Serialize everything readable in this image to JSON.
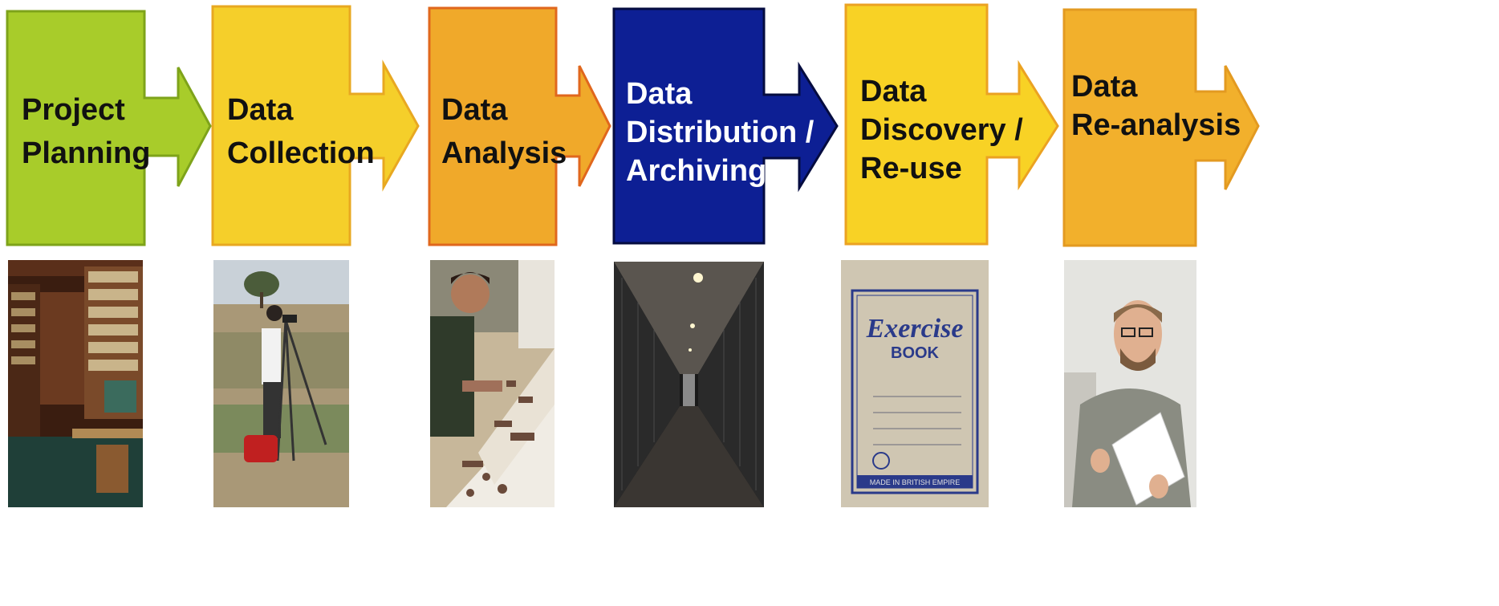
{
  "stages": [
    {
      "label_lines": [
        "Project",
        "Planning"
      ],
      "fill": "#a8cc2a",
      "stroke": "#7ea31a",
      "text_color": "#111111",
      "photo_icon": "library-photo"
    },
    {
      "label_lines": [
        "Data",
        "Collection"
      ],
      "fill": "#f5cf2a",
      "stroke": "#e8a821",
      "text_color": "#111111",
      "photo_icon": "surveyor-photo"
    },
    {
      "label_lines": [
        "Data",
        "Analysis"
      ],
      "fill": "#f0a92a",
      "stroke": "#e0671d",
      "text_color": "#111111",
      "photo_icon": "bone-analysis-photo"
    },
    {
      "label_lines": [
        "Data",
        "Distribution /",
        "Archiving"
      ],
      "fill": "#0d1f94",
      "stroke": "#050c40",
      "text_color": "#ffffff",
      "photo_icon": "archive-corridor-photo"
    },
    {
      "label_lines": [
        "Data",
        "Discovery /",
        "Re-use"
      ],
      "fill": "#f8d225",
      "stroke": "#eba222",
      "text_color": "#111111",
      "photo_icon": "exercise-book-photo"
    },
    {
      "label_lines": [
        "Data",
        "Re-analysis"
      ],
      "fill": "#f2b02c",
      "stroke": "#e39a21",
      "text_color": "#111111",
      "photo_icon": "researcher-photo"
    }
  ],
  "exercise_book": {
    "title_line1": "Exercise",
    "title_line2": "BOOK",
    "footer": "MADE IN BRITISH EMPIRE"
  }
}
